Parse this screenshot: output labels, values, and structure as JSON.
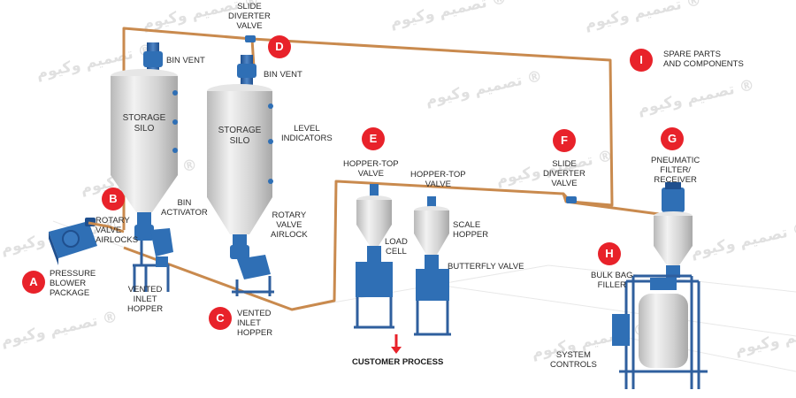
{
  "badges": [
    "A",
    "B",
    "C",
    "D",
    "E",
    "F",
    "G",
    "H",
    "I"
  ],
  "labels": {
    "pressure_blower": [
      "PRESSURE",
      "BLOWER",
      "PACKAGE"
    ],
    "rotary_valve_airlocks": [
      "ROTARY",
      "VALVE",
      "AIRLOCKS"
    ],
    "bin_activator": [
      "BIN",
      "ACTIVATOR"
    ],
    "vented_inlet_hopper_left": [
      "VENTED",
      "INLET",
      "HOPPER"
    ],
    "storage_silo_1": [
      "STORAGE",
      "SILO"
    ],
    "storage_silo_2": [
      "STORAGE",
      "SILO"
    ],
    "bin_vent_1": "BIN VENT",
    "bin_vent_2": "BIN VENT",
    "slide_diverter_top": [
      "SLIDE",
      "DIVERTER",
      "VALVE"
    ],
    "level_indicators": [
      "LEVEL",
      "INDICATORS"
    ],
    "rotary_valve_airlock": [
      "ROTARY",
      "VALVE",
      "AIRLOCK"
    ],
    "vented_inlet_hopper_c": [
      "VENTED",
      "INLET",
      "HOPPER"
    ],
    "hopper_top_valve_1": [
      "HOPPER-TOP",
      "VALVE"
    ],
    "hopper_top_valve_2": [
      "HOPPER-TOP",
      "VALVE"
    ],
    "load_cell": [
      "LOAD",
      "CELL"
    ],
    "scale_hopper": [
      "SCALE",
      "HOPPER"
    ],
    "butterfly_valve": "BUTTERFLY VALVE",
    "customer_process": "CUSTOMER PROCESS",
    "slide_diverter_f": [
      "SLIDE",
      "DIVERTER",
      "VALVE"
    ],
    "pneumatic_filter": [
      "PNEUMATIC",
      "FILTER/",
      "RECEIVER"
    ],
    "bulk_bag_filler": [
      "BULK BAG",
      "FILLER"
    ],
    "system_controls": [
      "SYSTEM",
      "CONTROLS"
    ],
    "spare_parts": [
      "SPARE PARTS",
      "AND COMPONENTS"
    ]
  },
  "watermark": "تصمیم وکیوم ®",
  "colors": {
    "badge": "#e8222a",
    "pipe": "#c98a4e",
    "frame": "#2f5f9e",
    "silo": "#d7d7d7",
    "arrow": "#e8222a"
  }
}
